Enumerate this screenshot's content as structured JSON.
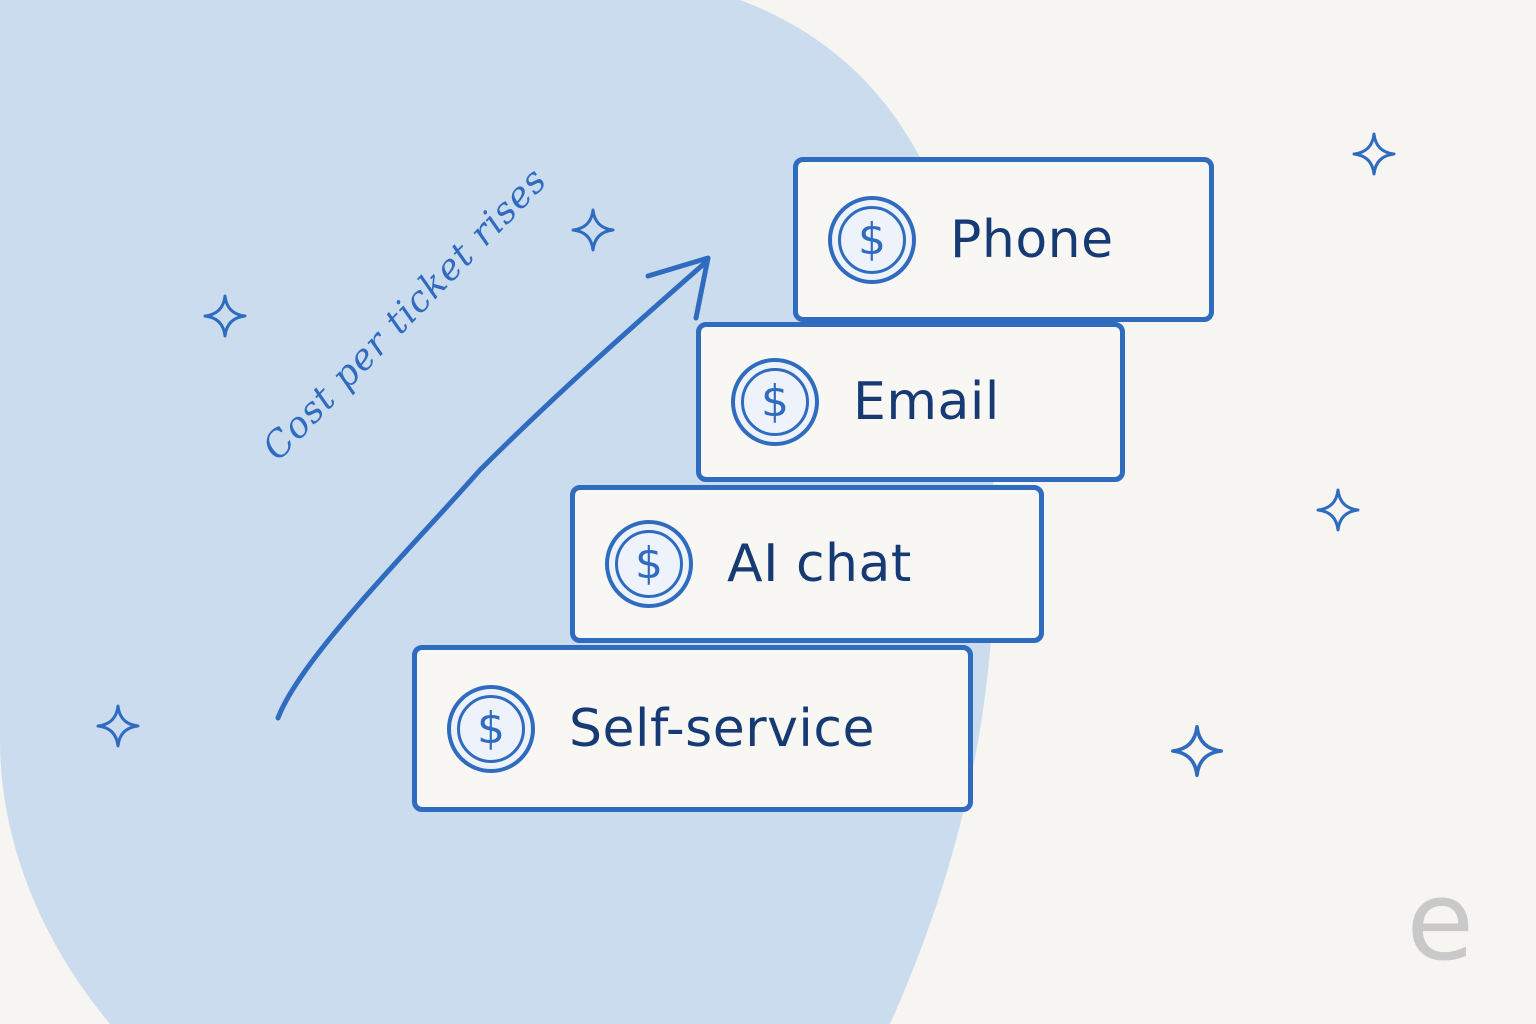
{
  "diagram": {
    "arrow_label": "Cost per ticket rises",
    "currency_symbol": "$",
    "steps": [
      {
        "label": "Phone"
      },
      {
        "label": "Email"
      },
      {
        "label": "AI chat"
      },
      {
        "label": "Self-service"
      }
    ],
    "logo_text": "e"
  },
  "colors": {
    "background": "#f6f5f2",
    "blob": "#ccdcef",
    "accent": "#2f6bbf",
    "text": "#163a73",
    "logo": "#c9c9c9"
  },
  "icons": [
    "dollar-coin-icon",
    "sparkle-icon",
    "arrow-icon"
  ]
}
